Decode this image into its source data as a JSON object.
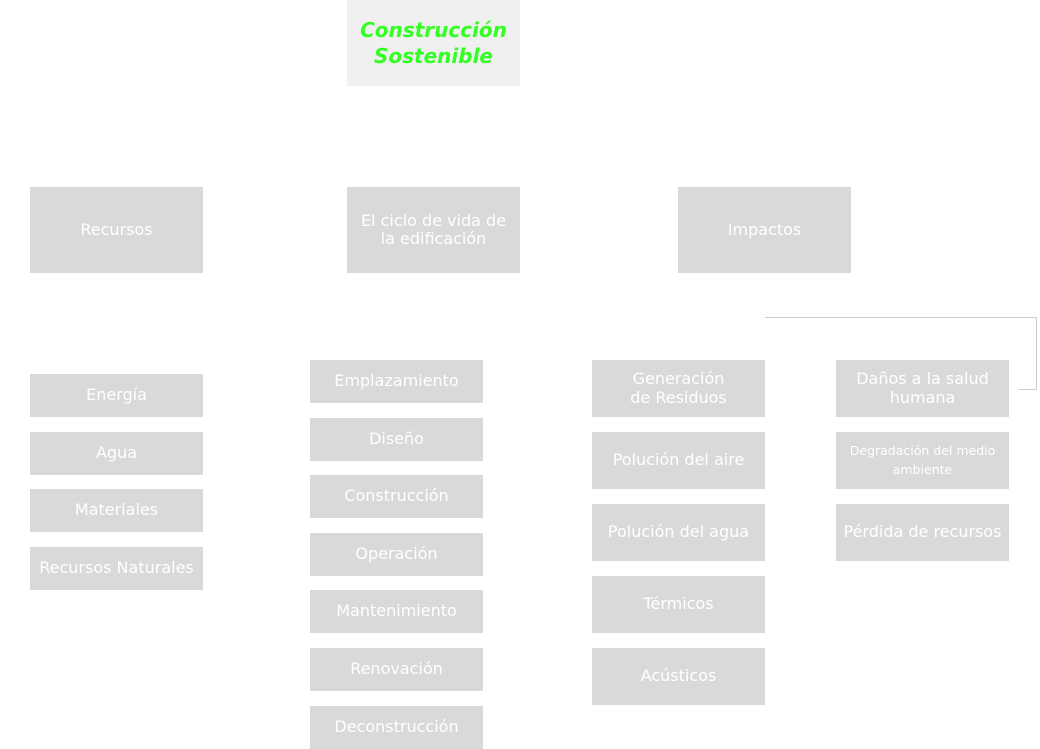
{
  "root": {
    "line1": "Construcción",
    "line2": "Sostenible"
  },
  "categories": {
    "recursos": "Recursos",
    "ciclo": "El ciclo de vida de la edificación",
    "impactos": "Impactos"
  },
  "recursos_items": [
    "Energía",
    "Agua",
    "Materiales",
    "Recursos Naturales"
  ],
  "ciclo_items": [
    "Emplazamiento",
    "Diseño",
    "Construcción",
    "Operación",
    "Mantenimiento",
    "Renovación",
    "Deconstrucción"
  ],
  "impactos_items_a": [
    "Generación de Residuos",
    "Polución del aire",
    "Polución del agua",
    "Térmicos",
    "Acústicos"
  ],
  "impactos_items_b": [
    "Daños a la salud humana",
    "Degradación del medio ambiente",
    "Pérdida de recursos"
  ],
  "colors": {
    "box": "#d9d9d9",
    "title_bg": "#f0f0f0",
    "title_text": "#33ff22",
    "box_text": "#ffffff"
  }
}
